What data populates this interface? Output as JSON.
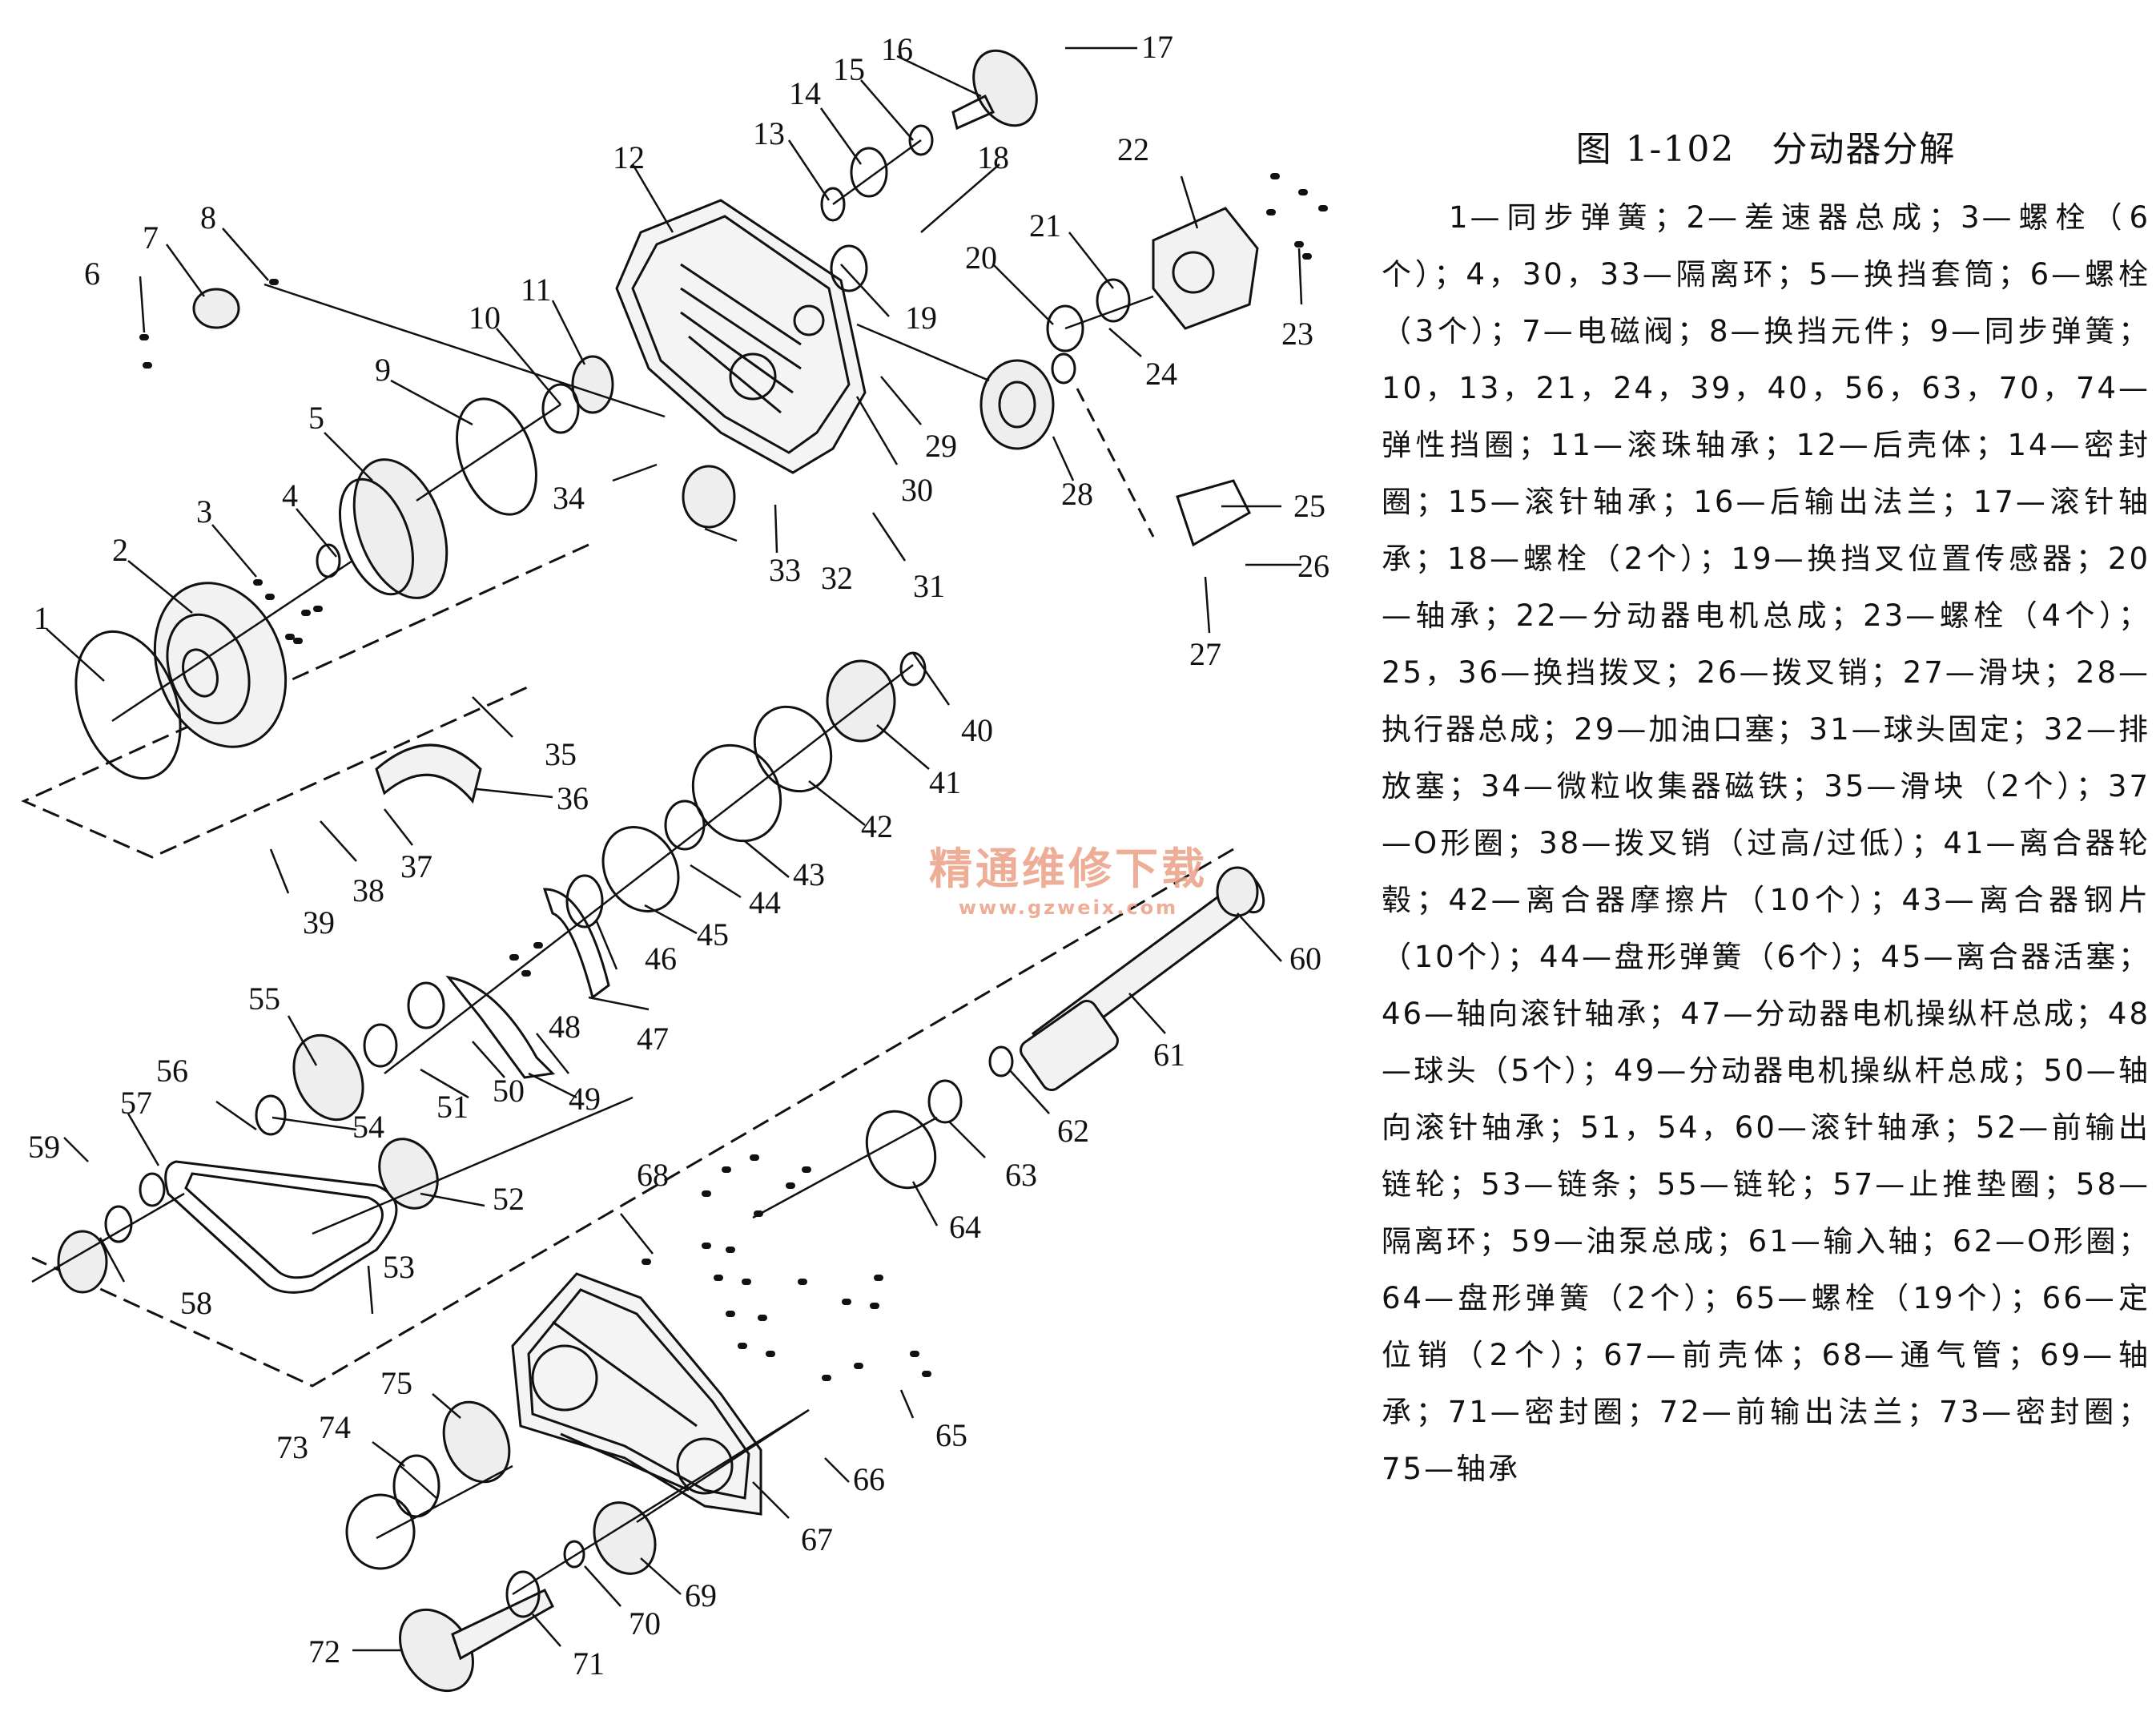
{
  "figure": {
    "title": "图 1-102　分动器分解",
    "legend": "1—同步弹簧；2—差速器总成；3—螺栓（6个）；4，30，33—隔离环；5—换挡套筒；6—螺栓（3个）；7—电磁阀；8—换挡元件；9—同步弹簧；10，13，21，24，39，40，56，63，70，74—弹性挡圈；11—滚珠轴承；12—后壳体；14—密封圈；15—滚针轴承；16—后输出法兰；17—滚针轴承；18—螺栓（2个）；19—换挡叉位置传感器；20—轴承；22—分动器电机总成；23—螺栓（4个）；25，36—换挡拨叉；26—拨叉销；27—滑块；28—执行器总成；29—加油口塞；31—球头固定；32—排放塞；34—微粒收集器磁铁；35—滑块（2个）；37—O形圈；38—拨叉销（过高/过低）；41—离合器轮毂；42—离合器摩擦片（10个）；43—离合器钢片（10个）；44—盘形弹簧（6个）；45—离合器活塞；46—轴向滚针轴承；47—分动器电机操纵杆总成；48—球头（5个）；49—分动器电机操纵杆总成；50—轴向滚针轴承；51，54，60—滚针轴承；52—前输出链轮；53—链条；55—链轮；57—止推垫圈；58—隔离环；59—油泵总成；61—输入轴；62—O形圈；64—盘形弹簧（2个）；65—螺栓（19个）；66—定位销（2个）；67—前壳体；68—通气管；69—轴承；71—密封圈；72—前输出法兰；73—密封圈；75—轴承"
  },
  "watermark": {
    "line1": "精通维修下载",
    "line2": "www.gzweix.com"
  },
  "callouts": [
    "1",
    "2",
    "3",
    "4",
    "5",
    "6",
    "7",
    "8",
    "9",
    "10",
    "11",
    "12",
    "13",
    "14",
    "15",
    "16",
    "17",
    "18",
    "19",
    "20",
    "21",
    "22",
    "23",
    "24",
    "25",
    "26",
    "27",
    "28",
    "29",
    "30",
    "31",
    "32",
    "33",
    "34",
    "35",
    "36",
    "37",
    "38",
    "39",
    "40",
    "41",
    "42",
    "43",
    "44",
    "45",
    "46",
    "47",
    "48",
    "49",
    "50",
    "51",
    "52",
    "53",
    "54",
    "55",
    "56",
    "57",
    "58",
    "59",
    "60",
    "61",
    "62",
    "63",
    "64",
    "65",
    "66",
    "67",
    "68",
    "69",
    "70",
    "71",
    "72",
    "73",
    "74",
    "75"
  ]
}
